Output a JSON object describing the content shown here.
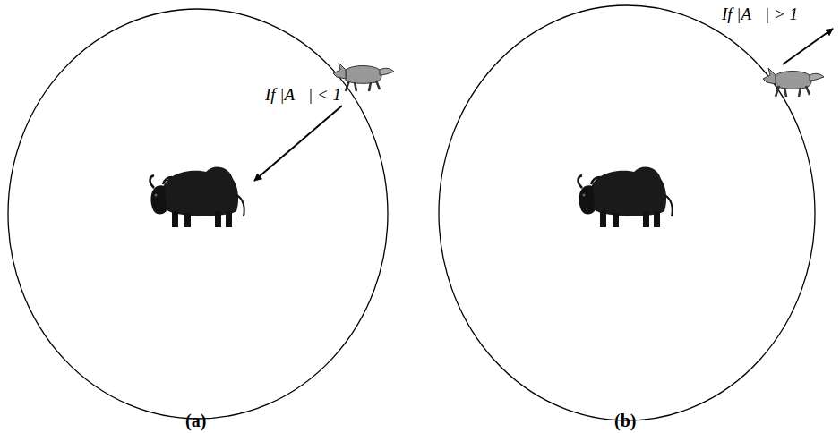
{
  "diagram": {
    "labels": [
      "If |A⃗| < 1",
      "If |A⃗| > 1",
      "(a)",
      "(b)"
    ]
  }
}
